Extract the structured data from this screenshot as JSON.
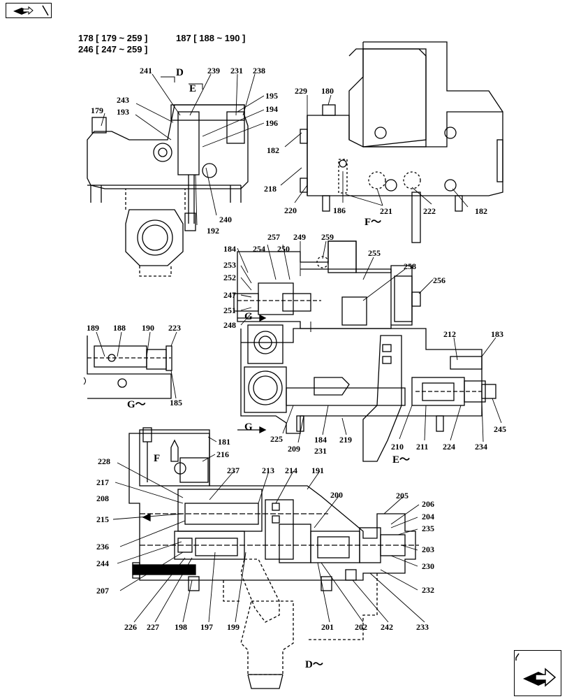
{
  "header": {
    "group_line_1a": "178 [ 179 ~ 259 ]",
    "group_line_1b": "187 [ 188 ~ 190 ]",
    "group_line_2": "246 [ 247 ~ 259 ]"
  },
  "nav": {
    "prev_icon": "book-arrow-left-icon",
    "next_icon": "book-arrow-right-icon"
  },
  "view_labels": {
    "d_top": "D",
    "e_top": "E",
    "f_view": "F～",
    "g_upper": "G",
    "g_lower": "G",
    "g_view": "G～",
    "e_view": "E～",
    "f_lower": "F",
    "d_view": "D～"
  },
  "parts": {
    "p179": "179",
    "p193": "193",
    "p243": "243",
    "p241": "241",
    "p239": "239",
    "p231a": "231",
    "p238": "238",
    "p195": "195",
    "p194": "194",
    "p196": "196",
    "p240": "240",
    "p192": "192",
    "p229": "229",
    "p180": "180",
    "p182a": "182",
    "p218": "218",
    "p220": "220",
    "p186": "186",
    "p221": "221",
    "p222": "222",
    "p182b": "182",
    "p257": "257",
    "p249": "249",
    "p259": "259",
    "p184a": "184",
    "p254": "254",
    "p250": "250",
    "p255": "255",
    "p253": "253",
    "p258": "258",
    "p252": "252",
    "p256": "256",
    "p247": "247",
    "p251": "251",
    "p248": "248",
    "p189": "189",
    "p188": "188",
    "p190": "190",
    "p223": "223",
    "p185": "185",
    "p212": "212",
    "p183": "183",
    "p245": "245",
    "p225": "225",
    "p209": "209",
    "p184b": "184",
    "p231b": "231",
    "p219": "219",
    "p210": "210",
    "p211": "211",
    "p224": "224",
    "p234": "234",
    "p181": "181",
    "p216": "216",
    "p228": "228",
    "p237": "237",
    "p213": "213",
    "p214": "214",
    "p191": "191",
    "p217": "217",
    "p208": "208",
    "p200": "200",
    "p205": "205",
    "p206": "206",
    "p204": "204",
    "p215": "215",
    "p235": "235",
    "p236": "236",
    "p203": "203",
    "p244": "244",
    "p230": "230",
    "p207": "207",
    "p232": "232",
    "p226": "226",
    "p227": "227",
    "p198": "198",
    "p197": "197",
    "p199": "199",
    "p201": "201",
    "p202": "202",
    "p242": "242",
    "p233": "233"
  }
}
